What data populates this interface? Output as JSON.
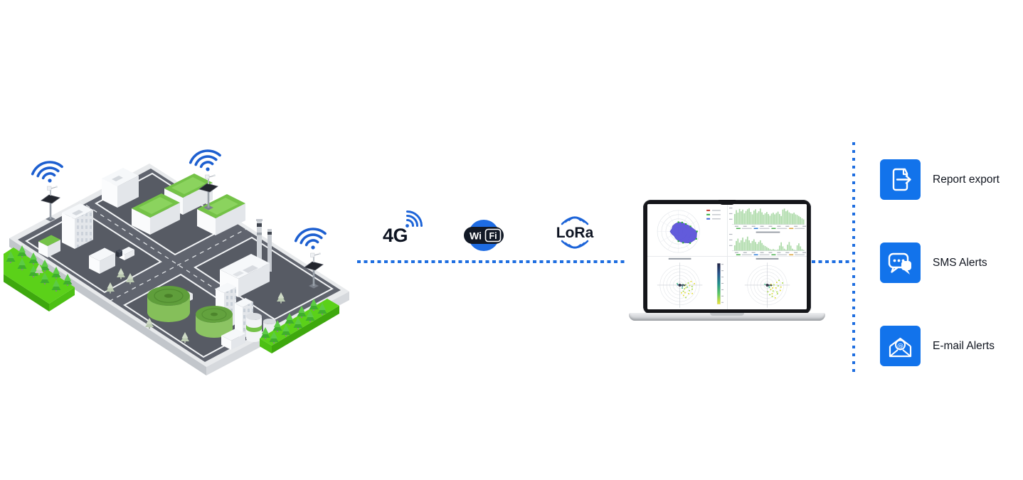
{
  "city": {
    "description": "isometric smart city with IoT weather stations",
    "station_count": 3,
    "signal_color": "#1d5fd0",
    "grass_color": "#5bd119",
    "roof_green": "#74c247"
  },
  "connectivity": {
    "cell_label": "4G",
    "wifi_label_wi": "Wi",
    "wifi_label_fi": "Fi",
    "lora_label": "LoRa",
    "link_color": "#1e6ee0"
  },
  "alerts": {
    "icon_bg": "#1273eb",
    "items": [
      {
        "label": "Report export",
        "icon": "document-export-icon"
      },
      {
        "label": "SMS Alerts",
        "icon": "chat-bubbles-icon"
      },
      {
        "label": "E-mail Alerts",
        "icon": "email-at-icon"
      }
    ]
  },
  "chart_data": [
    {
      "id": "windrose",
      "type": "windrose",
      "title": "",
      "legend_position": "top-right",
      "grid": true,
      "values": [
        0.88,
        0.62,
        0.5,
        0.46,
        0.44,
        0.4,
        0.38,
        0.34,
        0.4,
        0.34,
        0.3,
        0.36,
        0.46,
        0.58,
        0.78,
        0.92
      ],
      "color": "#564fd8",
      "accent": "#2fae3f",
      "legend_colors": [
        "#c23b2d",
        "#2fae3f",
        "#3a62d8"
      ]
    },
    {
      "id": "bars1",
      "type": "bar",
      "color": "#aedbaa",
      "ylim": [
        0,
        1
      ],
      "values": [
        0.62,
        0.85,
        0.7,
        0.92,
        0.78,
        0.88,
        0.66,
        0.8,
        0.9,
        0.96,
        0.74,
        0.6,
        0.82,
        0.9,
        0.68,
        0.78,
        0.94,
        0.72,
        0.58,
        0.66,
        0.74,
        0.62,
        0.52,
        0.64,
        0.7,
        0.6,
        0.68,
        0.76,
        0.62,
        0.5,
        0.88,
        0.94,
        0.78,
        0.84,
        0.72,
        0.66,
        0.64,
        0.7,
        0.6,
        0.56,
        0.5,
        0.44,
        0.36,
        0.3
      ]
    },
    {
      "id": "bars2",
      "type": "bar",
      "color": "#aedbaa",
      "ylim": [
        0,
        1
      ],
      "title_smudge": true,
      "values": [
        0.32,
        0.58,
        0.72,
        0.48,
        0.62,
        0.78,
        0.52,
        0.68,
        0.84,
        0.62,
        0.46,
        0.58,
        0.68,
        0.52,
        0.4,
        0.52,
        0.62,
        0.46,
        0.34,
        0.28,
        0.22,
        0.16,
        0.1,
        0.06,
        0.1,
        0.06,
        0.04,
        0.08,
        0.3,
        0.5,
        0.26,
        0.12,
        0.06,
        0.36,
        0.52,
        0.3,
        0.12,
        0.06,
        0.04,
        0.32,
        0.44,
        0.26,
        0.1,
        0.05
      ]
    },
    {
      "id": "scatter1",
      "type": "polar_scatter",
      "colorbar": true,
      "palette": [
        "#e3dd33",
        "#a5d93e",
        "#4fc18d",
        "#2f7f98",
        "#3a3f55"
      ],
      "points": [
        [
          -8,
          0.22,
          1
        ],
        [
          -22,
          0.34,
          0
        ],
        [
          -38,
          0.3,
          1
        ],
        [
          -55,
          0.46,
          0
        ],
        [
          -30,
          0.56,
          1
        ],
        [
          -14,
          0.4,
          2
        ],
        [
          4,
          0.3,
          1
        ],
        [
          10,
          0.16,
          2
        ],
        [
          -70,
          0.56,
          0
        ],
        [
          -60,
          0.36,
          1
        ],
        [
          -44,
          0.62,
          0
        ],
        [
          -18,
          0.66,
          1
        ],
        [
          -2,
          0.5,
          0
        ],
        [
          14,
          0.44,
          1
        ],
        [
          -34,
          0.76,
          0
        ],
        [
          -6,
          0.62,
          1
        ],
        [
          -78,
          0.4,
          0
        ],
        [
          -50,
          0.2,
          2
        ],
        [
          18,
          0.6,
          0
        ],
        [
          -64,
          0.7,
          1
        ],
        [
          -26,
          0.14,
          3
        ],
        [
          6,
          0.74,
          0
        ],
        [
          0,
          0.07,
          4
        ],
        [
          0,
          0.13,
          4
        ],
        [
          2,
          0.19,
          4
        ],
        [
          -1,
          0.25,
          4
        ],
        [
          170,
          0.1,
          3
        ],
        [
          150,
          0.15,
          2
        ]
      ]
    },
    {
      "id": "scatter2",
      "type": "polar_scatter",
      "colorbar": false,
      "palette": [
        "#e3dd33",
        "#a5d93e",
        "#4fc18d",
        "#2f7f98",
        "#3a3f55"
      ],
      "points": [
        [
          -10,
          0.2,
          1
        ],
        [
          -28,
          0.3,
          0
        ],
        [
          -45,
          0.42,
          1
        ],
        [
          -60,
          0.5,
          0
        ],
        [
          -35,
          0.6,
          1
        ],
        [
          -18,
          0.46,
          0
        ],
        [
          2,
          0.34,
          1
        ],
        [
          12,
          0.2,
          0
        ],
        [
          -75,
          0.5,
          1
        ],
        [
          -52,
          0.28,
          0
        ],
        [
          -40,
          0.68,
          1
        ],
        [
          -22,
          0.72,
          0
        ],
        [
          -4,
          0.56,
          1
        ],
        [
          16,
          0.5,
          0
        ],
        [
          -66,
          0.62,
          1
        ],
        [
          -8,
          0.7,
          0
        ],
        [
          -85,
          0.34,
          1
        ],
        [
          -48,
          0.16,
          2
        ],
        [
          22,
          0.64,
          1
        ],
        [
          -58,
          0.76,
          0
        ],
        [
          -30,
          0.1,
          2
        ],
        [
          8,
          0.78,
          1
        ],
        [
          1,
          0.08,
          4
        ],
        [
          0,
          0.15,
          4
        ],
        [
          -2,
          0.22,
          4
        ],
        [
          160,
          0.12,
          2
        ]
      ]
    }
  ]
}
